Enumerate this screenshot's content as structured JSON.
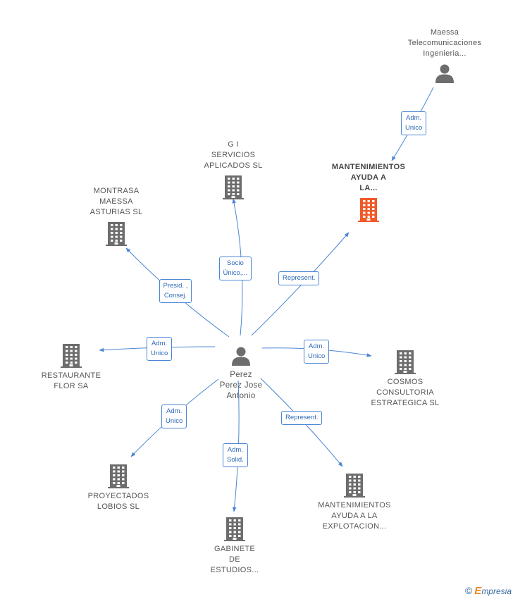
{
  "colors": {
    "edge": "#4a86d4",
    "building": "#6d6d6d",
    "building_highlight": "#f05a28",
    "person": "#6d6d6d"
  },
  "center": {
    "id": "perez",
    "icon": "person-icon",
    "label_lines": [
      "Perez",
      "Perez Jose",
      "Antonio"
    ]
  },
  "nodes": [
    {
      "id": "maessa-tele",
      "icon": "person-icon",
      "label_lines": [
        "Maessa",
        "Telecomunicaciones",
        "Ingenieria..."
      ]
    },
    {
      "id": "mantenimientos-top",
      "icon": "building-icon",
      "highlight": true,
      "label_lines": [
        "MANTENIMIENTOS",
        "AYUDA A",
        "LA..."
      ]
    },
    {
      "id": "gi-servicios",
      "icon": "building-icon",
      "label_lines": [
        "G I",
        "SERVICIOS",
        "APLICADOS SL"
      ]
    },
    {
      "id": "montrasa",
      "icon": "building-icon",
      "label_lines": [
        "MONTRASA",
        "MAESSA",
        "ASTURIAS SL"
      ]
    },
    {
      "id": "restaurante",
      "icon": "building-icon",
      "label_lines": [
        "RESTAURANTE",
        "FLOR SA"
      ]
    },
    {
      "id": "cosmos",
      "icon": "building-icon",
      "label_lines": [
        "COSMOS",
        "CONSULTORIA",
        "ESTRATEGICA SL"
      ]
    },
    {
      "id": "proyectados",
      "icon": "building-icon",
      "label_lines": [
        "PROYECTADOS",
        "LOBIOS SL"
      ]
    },
    {
      "id": "gabinete",
      "icon": "building-icon",
      "label_lines": [
        "GABINETE",
        "DE",
        "ESTUDIOS..."
      ]
    },
    {
      "id": "mantenimientos-bottom",
      "icon": "building-icon",
      "label_lines": [
        "MANTENIMIENTOS",
        "AYUDA A LA",
        "EXPLOTACION..."
      ]
    }
  ],
  "edges": [
    {
      "from": "maessa-tele",
      "to": "mantenimientos-top",
      "label_lines": [
        "Adm.",
        "Unico"
      ]
    },
    {
      "from": "perez",
      "to": "gi-servicios",
      "label_lines": [
        "Socio",
        "Único,..."
      ]
    },
    {
      "from": "perez",
      "to": "mantenimientos-top",
      "label_lines": [
        "Represent."
      ]
    },
    {
      "from": "perez",
      "to": "montrasa",
      "label_lines": [
        "Presid. ,",
        "Consej."
      ]
    },
    {
      "from": "perez",
      "to": "restaurante",
      "label_lines": [
        "Adm.",
        "Unico"
      ]
    },
    {
      "from": "perez",
      "to": "cosmos",
      "label_lines": [
        "Adm.",
        "Unico"
      ]
    },
    {
      "from": "perez",
      "to": "proyectados",
      "label_lines": [
        "Adm.",
        "Unico"
      ]
    },
    {
      "from": "perez",
      "to": "gabinete",
      "label_lines": [
        "Adm.",
        "Solid."
      ]
    },
    {
      "from": "perez",
      "to": "mantenimientos-bottom",
      "label_lines": [
        "Represent."
      ]
    }
  ],
  "footer": {
    "copyright_symbol": "©",
    "brand_initial": "E",
    "brand_rest": "mpresia"
  }
}
